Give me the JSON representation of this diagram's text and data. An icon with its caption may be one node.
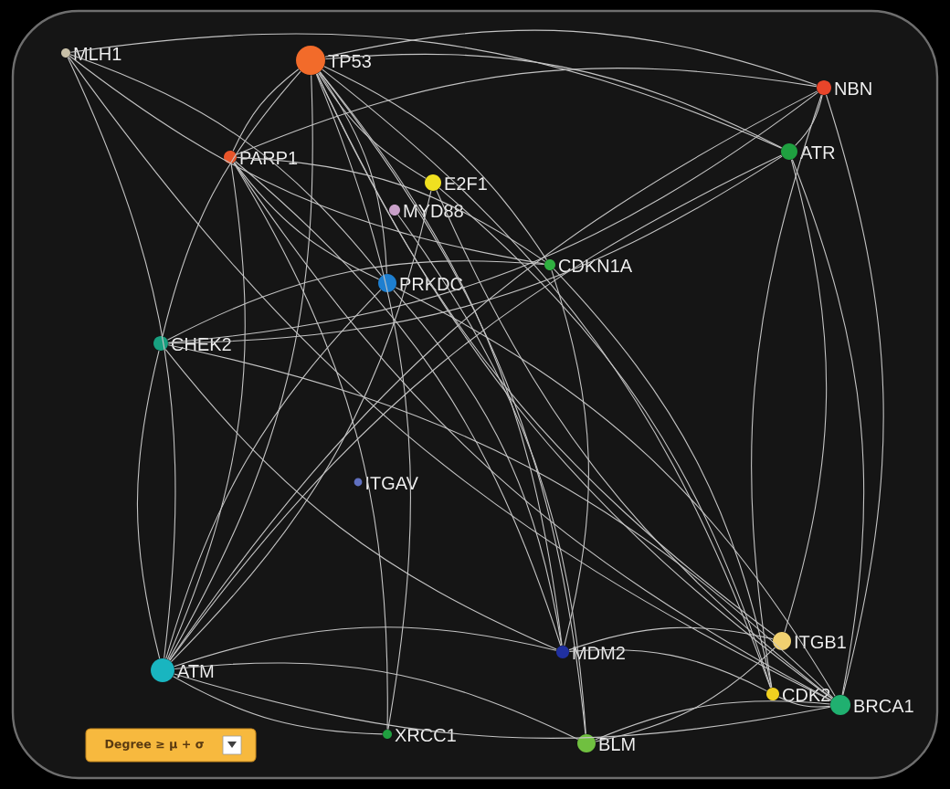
{
  "diagram": {
    "nodes": [
      {
        "text": [
          "MLH1"
        ]
      },
      {
        "text": [
          "TP53"
        ]
      },
      {
        "text": [
          "NBN"
        ]
      },
      {
        "text": [
          "PARP1"
        ]
      },
      {
        "text": [
          "ATR"
        ]
      },
      {
        "text": [
          "E2F1"
        ]
      },
      {
        "text": [
          "MYD88"
        ]
      },
      {
        "text": [
          "CDKN1A"
        ]
      },
      {
        "text": [
          "PRKDC"
        ]
      },
      {
        "text": [
          "CHEK2"
        ]
      },
      {
        "text": [
          "ITGAV"
        ]
      },
      {
        "text": [
          "ATM"
        ]
      },
      {
        "text": [
          "MDM2"
        ]
      },
      {
        "text": [
          "ITGB1"
        ]
      },
      {
        "text": [
          "XRCC1"
        ]
      },
      {
        "text": [
          "CDK2"
        ]
      },
      {
        "text": [
          "BRCA1"
        ]
      },
      {
        "text": [
          "BLM"
        ]
      }
    ],
    "edges": [
      {
        "from": 1,
        "to": 3,
        "arrow": "none"
      },
      {
        "from": 1,
        "to": 2,
        "arrow": "none"
      },
      {
        "from": 1,
        "to": 4,
        "arrow": "none"
      },
      {
        "from": 1,
        "to": 5,
        "arrow": "none"
      },
      {
        "from": 1,
        "to": 7,
        "arrow": "none"
      },
      {
        "from": 1,
        "to": 8,
        "arrow": "none"
      },
      {
        "from": 1,
        "to": 9,
        "arrow": "none"
      },
      {
        "from": 1,
        "to": 11,
        "arrow": "none"
      },
      {
        "from": 1,
        "to": 12,
        "arrow": "none"
      },
      {
        "from": 1,
        "to": 13,
        "arrow": "none"
      },
      {
        "from": 1,
        "to": 14,
        "arrow": "none"
      },
      {
        "from": 1,
        "to": 15,
        "arrow": "none"
      },
      {
        "from": 1,
        "to": 16,
        "arrow": "none"
      },
      {
        "from": 1,
        "to": 17,
        "arrow": "none"
      },
      {
        "from": 0,
        "to": 8,
        "arrow": "none"
      },
      {
        "from": 0,
        "to": 7,
        "arrow": "none"
      },
      {
        "from": 0,
        "to": 11,
        "arrow": "none"
      },
      {
        "from": 0,
        "to": 4,
        "arrow": "none"
      },
      {
        "from": 0,
        "to": 16,
        "arrow": "none"
      },
      {
        "from": 3,
        "to": 11,
        "arrow": "none"
      },
      {
        "from": 3,
        "to": 14,
        "arrow": "none"
      },
      {
        "from": 3,
        "to": 8,
        "arrow": "none"
      },
      {
        "from": 3,
        "to": 7,
        "arrow": "none"
      },
      {
        "from": 3,
        "to": 12,
        "arrow": "none"
      },
      {
        "from": 3,
        "to": 16,
        "arrow": "none"
      },
      {
        "from": 3,
        "to": 2,
        "arrow": "none"
      },
      {
        "from": 2,
        "to": 4,
        "arrow": "none"
      },
      {
        "from": 2,
        "to": 11,
        "arrow": "none"
      },
      {
        "from": 2,
        "to": 16,
        "arrow": "none"
      },
      {
        "from": 2,
        "to": 9,
        "arrow": "none"
      },
      {
        "from": 2,
        "to": 15,
        "arrow": "none"
      },
      {
        "from": 4,
        "to": 9,
        "arrow": "none"
      },
      {
        "from": 4,
        "to": 16,
        "arrow": "none"
      },
      {
        "from": 4,
        "to": 11,
        "arrow": "none"
      },
      {
        "from": 4,
        "to": 13,
        "arrow": "none"
      },
      {
        "from": 5,
        "to": 15,
        "arrow": "none"
      },
      {
        "from": 5,
        "to": 16,
        "arrow": "none"
      },
      {
        "from": 5,
        "to": 11,
        "arrow": "none"
      },
      {
        "from": 6,
        "to": 17,
        "arrow": "none"
      },
      {
        "from": 8,
        "to": 11,
        "arrow": "none"
      },
      {
        "from": 8,
        "to": 16,
        "arrow": "none"
      },
      {
        "from": 8,
        "to": 12,
        "arrow": "none"
      },
      {
        "from": 9,
        "to": 11,
        "arrow": "none"
      },
      {
        "from": 9,
        "to": 16,
        "arrow": "none"
      },
      {
        "from": 9,
        "to": 7,
        "arrow": "none"
      },
      {
        "from": 9,
        "to": 12,
        "arrow": "none"
      },
      {
        "from": 7,
        "to": 15,
        "arrow": "none"
      },
      {
        "from": 7,
        "to": 12,
        "arrow": "none"
      },
      {
        "from": 11,
        "to": 16,
        "arrow": "none"
      },
      {
        "from": 11,
        "to": 12,
        "arrow": "none"
      },
      {
        "from": 11,
        "to": 17,
        "arrow": "none"
      },
      {
        "from": 11,
        "to": 14,
        "arrow": "none"
      },
      {
        "from": 12,
        "to": 13,
        "arrow": "none"
      },
      {
        "from": 12,
        "to": 15,
        "arrow": "none"
      },
      {
        "from": 16,
        "to": 17,
        "arrow": "none"
      },
      {
        "from": 16,
        "to": 15,
        "arrow": "none"
      },
      {
        "from": 13,
        "to": 17,
        "arrow": "none"
      }
    ],
    "labels": [
      "Degree ≥ μ + σ"
    ]
  }
}
